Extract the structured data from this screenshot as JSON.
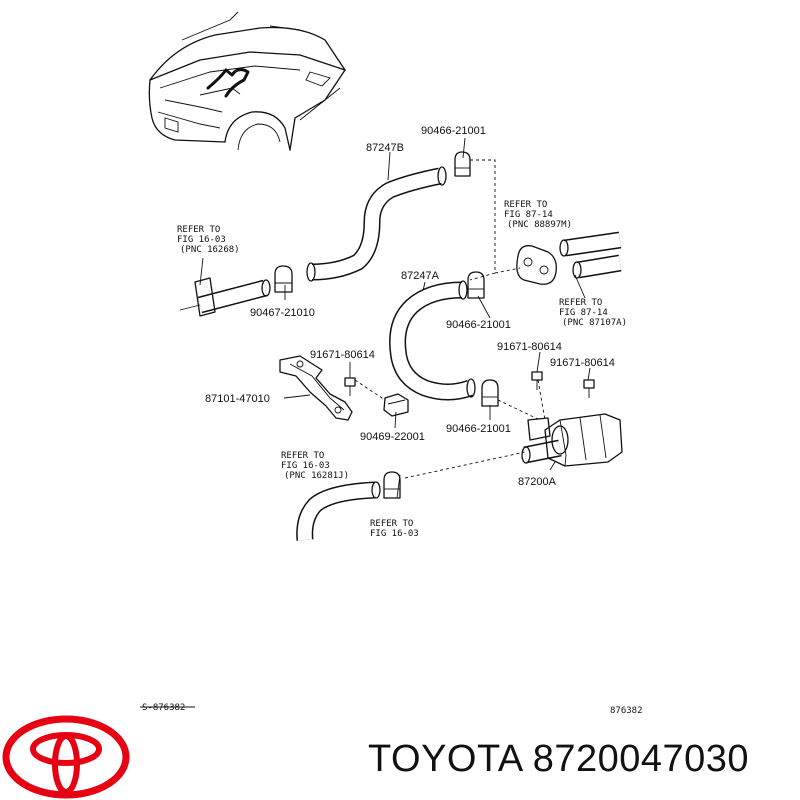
{
  "labels": {
    "clamp_upper": "90466-21001",
    "hose_upper": "87247B",
    "refer_left_top": [
      "REFER TO",
      "FIG 16-03",
      "(PNC 16268)"
    ],
    "refer_right_top": [
      "REFER TO",
      "FIG 87-14",
      "(PNC 88897M)"
    ],
    "hose_mid": "87247A",
    "clamp_left": "90467-21010",
    "clamp_mid": "90466-21001",
    "refer_right_mid": [
      "REFER TO",
      "FIG 87-14",
      "(PNC 87107A)"
    ],
    "bolt_left": "91671-80614",
    "bolt_mid": "91671-80614",
    "bolt_right": "91671-80614",
    "bracket": "87101-47010",
    "clip": "90469-22001",
    "clamp_low": "90466-21001",
    "valve": "87200A",
    "refer_left_low": [
      "REFER TO",
      "FIG 16-03",
      "(PNC 16281J)"
    ],
    "refer_bottom": [
      "REFER TO",
      "FIG 16-03"
    ],
    "code_left": "S-876382",
    "code_right": "876382"
  },
  "brand": {
    "name": "TOYOTA",
    "part_number": "8720047030",
    "logo_color": "#e60012"
  }
}
